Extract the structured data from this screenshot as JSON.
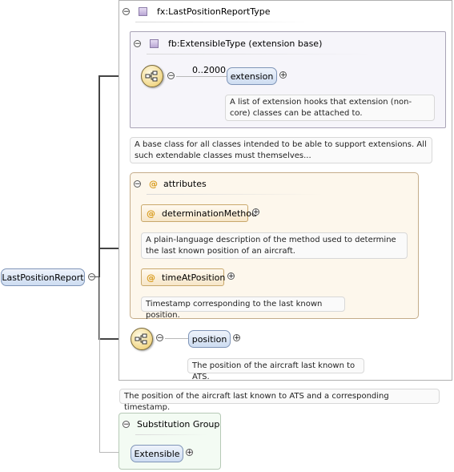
{
  "root": {
    "label": "LastPositionReport"
  },
  "type_box": {
    "title": "fx:LastPositionReportType"
  },
  "extension_base": {
    "title": "fb:ExtensibleType (extension base)"
  },
  "extension_element": {
    "cardinality": "0..2000",
    "label": "extension",
    "doc": "A list of extension hooks that extension (non-core) classes can be attached to."
  },
  "type_doc": "A base class for all classes intended to be able to support extensions. All such extendable classes must themselves...",
  "attributes": {
    "title": "attributes",
    "items": [
      {
        "label": "determinationMethod",
        "doc": "A plain-language description of the method used to determine the last known position of an aircraft."
      },
      {
        "label": "timeAtPosition",
        "doc": "Timestamp corresponding to the last known position."
      }
    ]
  },
  "position_element": {
    "label": "position",
    "doc": "The position of the aircraft last known to ATS."
  },
  "root_doc": "The position of the aircraft last known to ATS and a corresponding timestamp.",
  "substitution": {
    "title": "Substitution Group",
    "label": "Extensible"
  },
  "symbols": {
    "collapse": "−",
    "expand": "+",
    "attr": "@"
  }
}
